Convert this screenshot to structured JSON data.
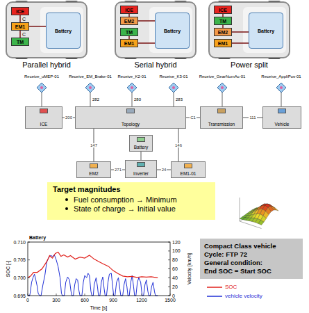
{
  "diagram": {
    "nodes": [
      {
        "text": [
          "Parallel hybrid"
        ]
      },
      {
        "text": [
          "ICE"
        ],
        "in": 0
      },
      {
        "text": [
          "EM1"
        ],
        "in": 0
      },
      {
        "text": [
          "TM"
        ],
        "in": 0
      },
      {
        "text": [
          "Battery"
        ],
        "in": 0
      },
      {
        "text": [
          "Serial hybrid"
        ]
      },
      {
        "text": [
          "ICE"
        ],
        "in": 5
      },
      {
        "text": [
          "EM2"
        ],
        "in": 5
      },
      {
        "text": [
          "TM"
        ],
        "in": 5
      },
      {
        "text": [
          "EM1"
        ],
        "in": 5
      },
      {
        "text": [
          "Battery"
        ],
        "in": 5
      },
      {
        "text": [
          "Power split"
        ]
      },
      {
        "text": [
          "ICE"
        ],
        "in": 11
      },
      {
        "text": [
          "TM"
        ],
        "in": 11
      },
      {
        "text": [
          "EM2"
        ],
        "in": 11
      },
      {
        "text": [
          "EM1"
        ],
        "in": 11
      },
      {
        "text": [
          "Battery"
        ],
        "in": 11
      },
      {
        "text": [
          "ICE"
        ]
      },
      {
        "text": [
          "Topology"
        ]
      },
      {
        "text": [
          "Transmission"
        ]
      },
      {
        "text": [
          "Vehicle"
        ]
      },
      {
        "text": [
          "Battery"
        ]
      },
      {
        "text": [
          "EM2"
        ]
      },
      {
        "text": [
          "Inverter"
        ]
      },
      {
        "text": [
          "EM1-01"
        ]
      },
      {
        "text": [
          "Target magnitudes",
          "Fuel consumption → Minimum",
          "State of charge → Initial value"
        ]
      },
      {
        "text": [
          "Compact Class vehicle",
          "Cycle: FTP 72",
          "General condition:",
          "End SOC = Start SOC"
        ]
      }
    ],
    "edges": [
      {
        "from": 1,
        "to": 2,
        "arrow": "none"
      },
      {
        "from": 2,
        "to": 3,
        "arrow": "none"
      },
      {
        "from": 2,
        "to": 4,
        "arrow": "none"
      },
      {
        "from": 6,
        "to": 7,
        "arrow": "none"
      },
      {
        "from": 7,
        "to": 10,
        "arrow": "none"
      },
      {
        "from": 8,
        "to": 9,
        "arrow": "none"
      },
      {
        "from": 9,
        "to": 10,
        "arrow": "none"
      },
      {
        "from": 12,
        "to": 13,
        "arrow": "none"
      },
      {
        "from": 13,
        "to": 14,
        "arrow": "none"
      },
      {
        "from": 14,
        "to": 16,
        "arrow": "none"
      },
      {
        "from": 15,
        "to": 16,
        "arrow": "none"
      },
      {
        "from": 17,
        "to": 18,
        "label": "200",
        "arrow": "none"
      },
      {
        "from": 18,
        "to": 19,
        "label": "C1",
        "arrow": "none"
      },
      {
        "from": 19,
        "to": 20,
        "label": "111",
        "arrow": "none"
      },
      {
        "from": 18,
        "to": 22,
        "label": "147",
        "arrow": "none"
      },
      {
        "from": 18,
        "to": 24,
        "label": "146",
        "arrow": "none"
      },
      {
        "from": 22,
        "to": 23,
        "label": "271",
        "arrow": "none"
      },
      {
        "from": 24,
        "to": 23,
        "label": "24",
        "arrow": "none"
      },
      {
        "from": 21,
        "to": 23,
        "arrow": "none"
      }
    ],
    "labels": [
      "C",
      "C",
      "Receive_uMEP-01",
      "Receive_EM_Brake-01",
      "Receive_K2-01",
      "Receive_K3-01",
      "Receive_GearNumAc-01",
      "Receive_AppliPos-01",
      "282",
      "280",
      "283",
      "Battery",
      "SOC [-]",
      "0.710",
      "0.705",
      "0.700",
      "0.695",
      "0",
      "300",
      "600",
      "900",
      "1200",
      "1500",
      "Time [s]",
      "120",
      "100",
      "80",
      "60",
      "40",
      "20",
      "0",
      "Velocity [km/h]"
    ],
    "legend": [
      {
        "text": "SOC"
      },
      {
        "text": "vehicle velocity"
      }
    ]
  }
}
